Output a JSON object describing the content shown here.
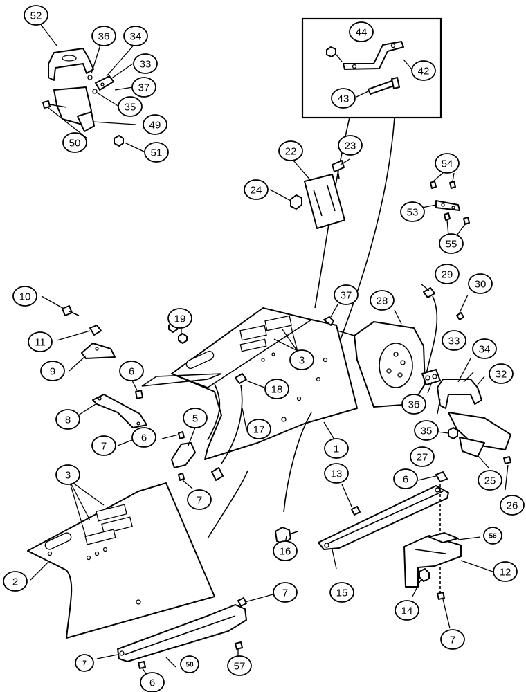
{
  "callouts": [
    "52",
    "36",
    "34",
    "33",
    "37",
    "35",
    "49",
    "50",
    "51",
    "44",
    "42",
    "43",
    "22",
    "23",
    "24",
    "54",
    "53",
    "55",
    "29",
    "30",
    "28",
    "33",
    "34",
    "32",
    "36",
    "35",
    "27",
    "25",
    "26",
    "10",
    "11",
    "9",
    "19",
    "37",
    "3",
    "6",
    "8",
    "18",
    "7",
    "6",
    "5",
    "7",
    "17",
    "1",
    "13",
    "6",
    "16",
    "3",
    "2",
    "15",
    "56",
    "12",
    "14",
    "7",
    "7",
    "7",
    "58",
    "57",
    "6"
  ],
  "colors": {
    "line": "#000000",
    "background": "#ffffff"
  }
}
